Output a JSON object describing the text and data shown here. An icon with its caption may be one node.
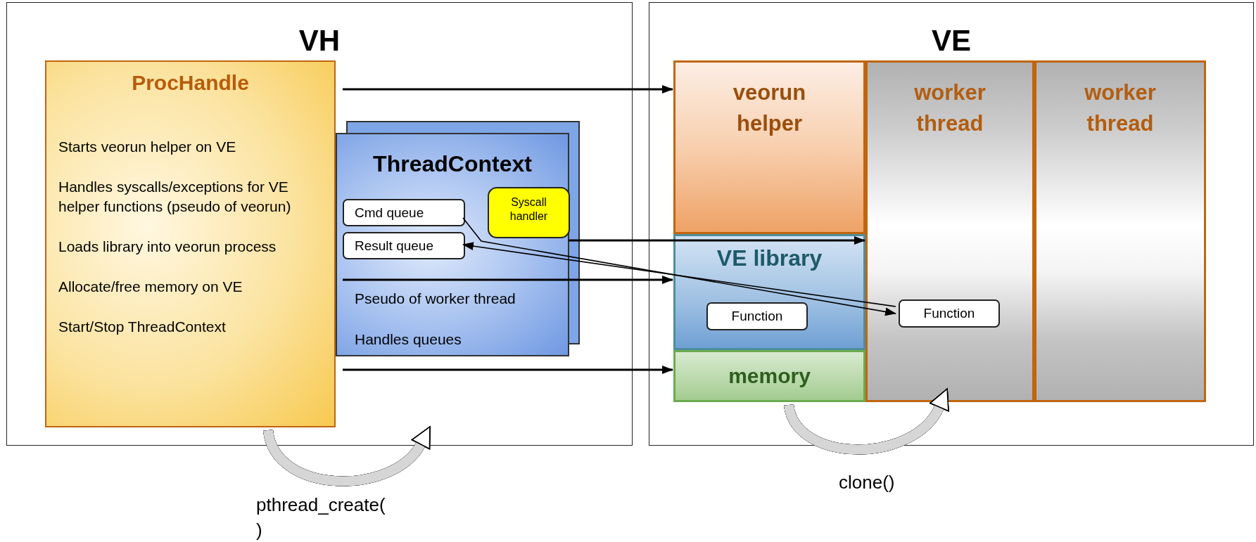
{
  "diagram": {
    "nodes": [
      {
        "text": [
          "VH"
        ]
      },
      {
        "text": [
          "VE"
        ]
      },
      {
        "text": [
          "ProcHandle",
          "Starts veorun helper on VE",
          "Handles syscalls/exceptions for VE helper functions (pseudo of veorun)",
          "Loads library into veorun process",
          "Allocate/free memory on VE",
          "Start/Stop ThreadContext"
        ],
        "in": 0
      },
      {
        "text": [
          "ThreadContext",
          "Pseudo of worker thread",
          "Handles queues"
        ],
        "in": 0
      },
      {
        "text": [
          "Cmd queue"
        ],
        "in": 3
      },
      {
        "text": [
          "Result queue"
        ],
        "in": 3
      },
      {
        "text": [
          "Syscall handler"
        ],
        "in": 3
      },
      {
        "text": [
          "veorun helper"
        ],
        "in": 1
      },
      {
        "text": [
          "worker thread"
        ],
        "in": 1
      },
      {
        "text": [
          "worker thread"
        ],
        "in": 1
      },
      {
        "text": [
          "VE library"
        ],
        "in": 1
      },
      {
        "text": [
          "Function"
        ],
        "in": 10
      },
      {
        "text": [
          "Function"
        ],
        "in": 8
      },
      {
        "text": [
          "memory"
        ],
        "in": 1
      }
    ],
    "edges": [
      {
        "from": 2,
        "to": 7,
        "arrow": "to"
      },
      {
        "from": 3,
        "to": 8,
        "arrow": "to"
      },
      {
        "from": 2,
        "to": 10,
        "arrow": "to"
      },
      {
        "from": 2,
        "to": 13,
        "arrow": "to"
      },
      {
        "from": 4,
        "to": 12,
        "arrow": "to"
      },
      {
        "from": 12,
        "to": 5,
        "arrow": "to"
      },
      {
        "from": 2,
        "to": null,
        "arrow": "to",
        "label": "pthread_create( )",
        "style": "thick",
        "color": "#d6d6d6"
      },
      {
        "from": 13,
        "to": 8,
        "arrow": "to",
        "label": "clone()",
        "style": "thick",
        "color": "#d6d6d6"
      }
    ]
  }
}
